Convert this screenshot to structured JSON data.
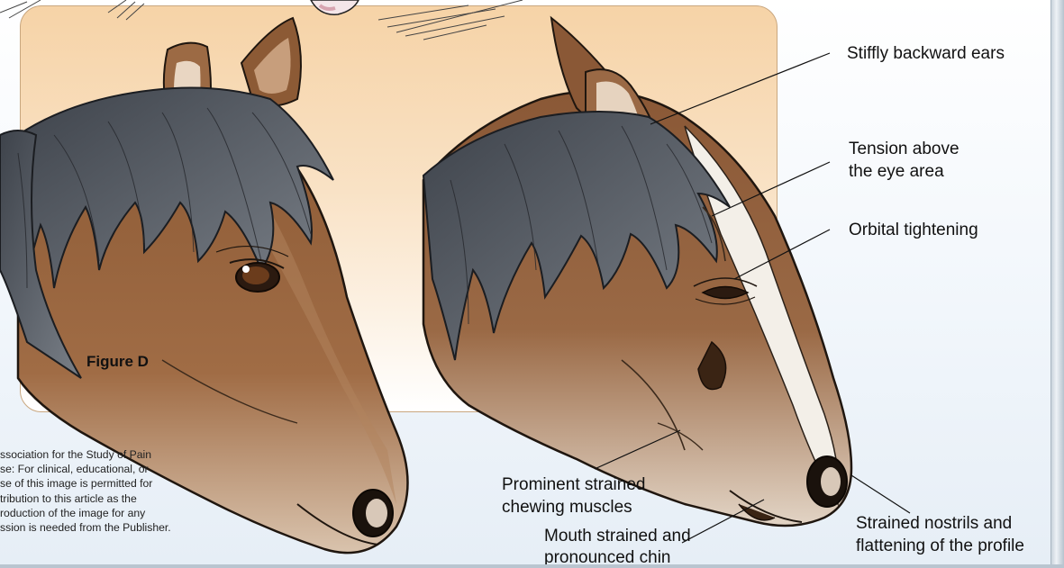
{
  "figure_label": "Figure D",
  "callouts": {
    "ears": "Stiffly backward ears",
    "tension_line1": "Tension above",
    "tension_line2": "the eye area",
    "orbital": "Orbital tightening",
    "chewing_line1": "Prominent strained",
    "chewing_line2": "chewing muscles",
    "mouth_line1": "Mouth strained and",
    "mouth_line2": "pronounced chin",
    "nostrils_line1": "Strained nostrils and",
    "nostrils_line2": "flattening of the profile"
  },
  "copyright_text": "ssociation for the Study of Pain\nse: For clinical, educational, or\nse of this image is permitted for\ntribution to this article as the\nroduction of the image for any\nssion is needed from the Publisher.",
  "colors": {
    "panel_top": "#f6d3a7",
    "coat_brown": "#8a5a36",
    "mane_gray": "#555a62",
    "blaze_white": "#f3efe8",
    "callout_line": "#111111"
  }
}
